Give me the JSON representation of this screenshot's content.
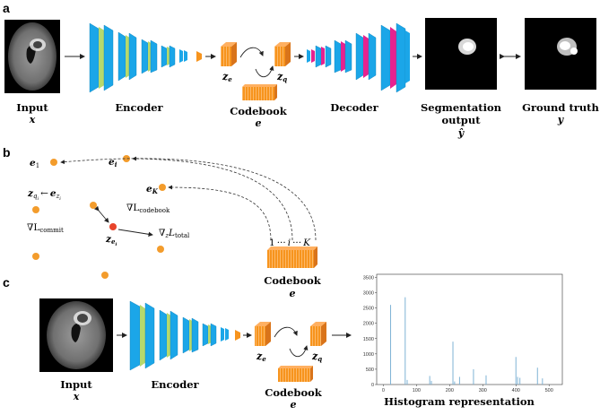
{
  "panels": [
    "a",
    "b",
    "c"
  ],
  "a": {
    "input_label": "Input",
    "input_symbol": "x",
    "encoder_label": "Encoder",
    "ze_label": "z",
    "ze_sub": "e",
    "zq_label": "z",
    "zq_sub": "q",
    "codebook_label": "Codebook",
    "codebook_symbol": "e",
    "decoder_label": "Decoder",
    "seg_label_1": "Segmentation",
    "seg_label_2": "output",
    "seg_symbol": "ŷ",
    "gt_label": "Ground truth",
    "gt_symbol": "y"
  },
  "b": {
    "e1": "e",
    "e1_sub": "1",
    "ei": "e",
    "ei_sub": "i",
    "eK": "e",
    "eK_sub": "K",
    "assign_lhs": "z",
    "assign_lhs_sub": "q",
    "assign_lhs_subsub": "i",
    "assign_arrow": "←",
    "assign_rhs": "e",
    "assign_rhs_sub": "z",
    "assign_rhs_subsub": "i",
    "grad_codebook": "∇L",
    "grad_codebook_sub": "codebook",
    "grad_commit": "∇L",
    "grad_commit_sub": "commit",
    "zei": "z",
    "zei_sub": "e",
    "zei_subsub": "i",
    "grad_total": "∇",
    "grad_total_z": "z",
    "grad_total_L": "L",
    "grad_total_sub": "total",
    "index_labels": [
      "1",
      "···",
      "i",
      "···",
      "K"
    ],
    "codebook_label": "Codebook",
    "codebook_symbol": "e"
  },
  "c": {
    "input_label": "Input",
    "input_symbol": "x",
    "encoder_label": "Encoder",
    "ze_label": "z",
    "ze_sub": "e",
    "zq_label": "z",
    "zq_sub": "q",
    "codebook_label": "Codebook",
    "codebook_symbol": "e",
    "histogram_label": "Histogram representation"
  },
  "colors": {
    "encoder_blue": "#1ba6e8",
    "encoder_green": "#b6d96c",
    "decoder_pink": "#e6228f",
    "orange": "#f7941d",
    "point_orange": "#f39c2c",
    "point_red": "#e8442b",
    "hist_bar": "#7fb3d5"
  },
  "chart_data": {
    "type": "bar",
    "title": "",
    "xlabel": "Histogram representation",
    "ylabel": "",
    "xlim": [
      -20,
      540
    ],
    "ylim": [
      0,
      3600
    ],
    "xticks": [
      0,
      100,
      200,
      300,
      400,
      500
    ],
    "yticks": [
      0,
      500,
      1000,
      1500,
      2000,
      2500,
      3000,
      3500
    ],
    "grid": false,
    "points": [
      {
        "x": 22,
        "y": 2600
      },
      {
        "x": 66,
        "y": 2850
      },
      {
        "x": 72,
        "y": 150
      },
      {
        "x": 140,
        "y": 280
      },
      {
        "x": 145,
        "y": 120
      },
      {
        "x": 210,
        "y": 1400
      },
      {
        "x": 215,
        "y": 100
      },
      {
        "x": 230,
        "y": 250
      },
      {
        "x": 272,
        "y": 500
      },
      {
        "x": 310,
        "y": 300
      },
      {
        "x": 400,
        "y": 900
      },
      {
        "x": 405,
        "y": 250
      },
      {
        "x": 412,
        "y": 220
      },
      {
        "x": 465,
        "y": 550
      },
      {
        "x": 480,
        "y": 200
      }
    ]
  }
}
